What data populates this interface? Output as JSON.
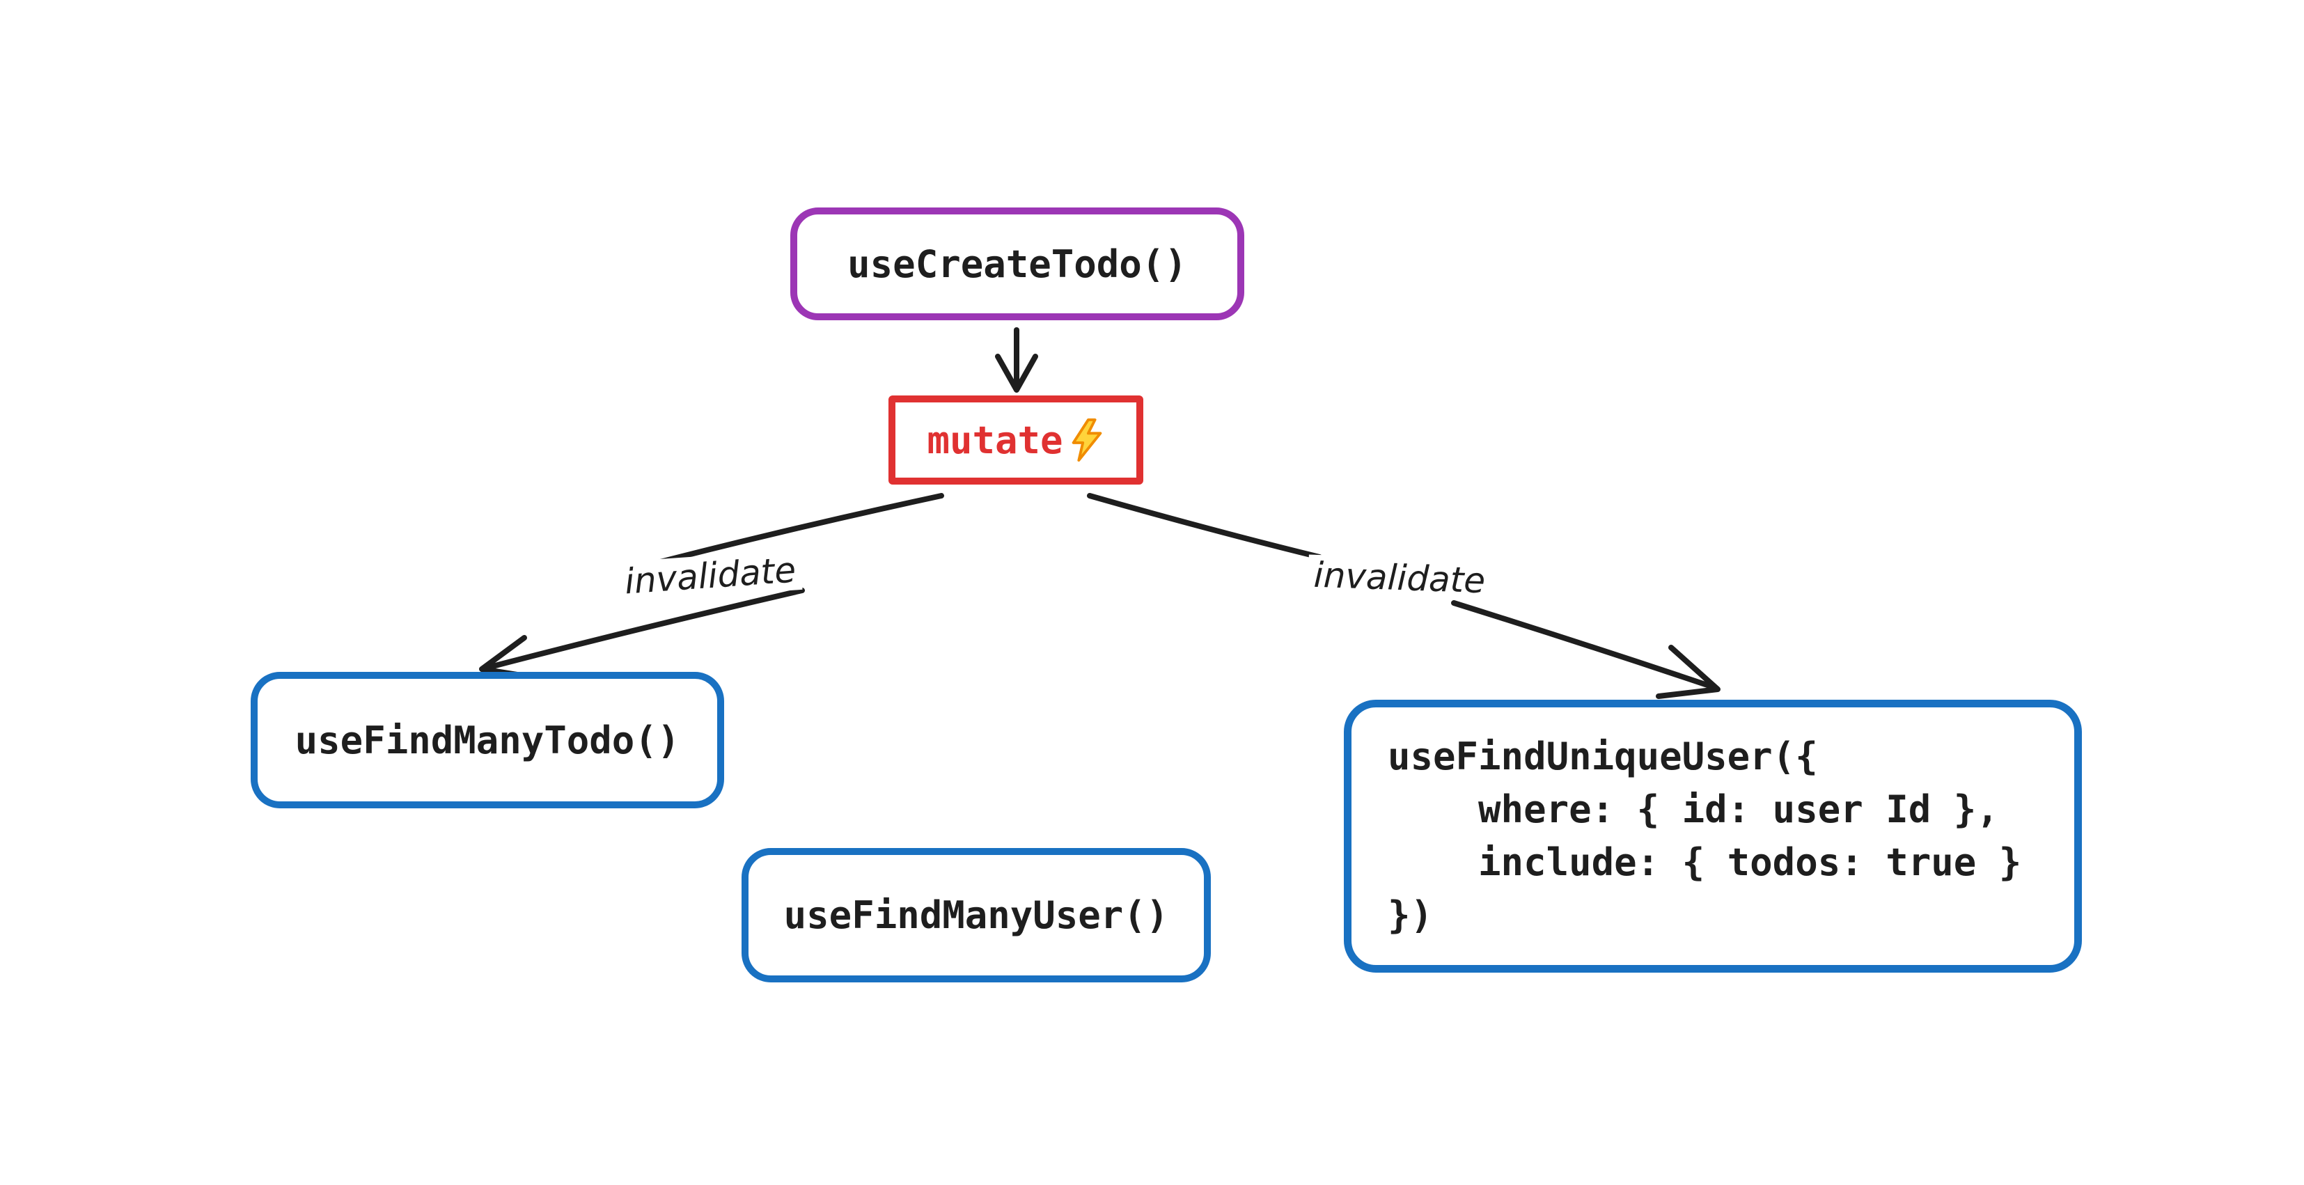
{
  "diagram": {
    "background": "#ffffff",
    "stroke_color": "#1e1e1e",
    "nodes": {
      "create_todo": {
        "label": "useCreateTodo()",
        "border_color": "#9c36b5"
      },
      "mutate": {
        "label": "mutate",
        "text_color": "#e03131",
        "border_color": "#e03131",
        "icon": "lightning-bolt",
        "bolt_fill": "#ffd43b",
        "bolt_outline": "#f08c00"
      },
      "find_many_todo": {
        "label": "useFindManyTodo()",
        "border_color": "#1971c2"
      },
      "find_many_user": {
        "label": "useFindManyUser()",
        "border_color": "#1971c2"
      },
      "find_unique_user": {
        "border_color": "#1971c2",
        "code_lines": [
          "useFindUniqueUser({",
          "    where: { id: user Id },",
          "    include: { todos: true }",
          "})"
        ]
      }
    },
    "edges": {
      "invalidate_left": {
        "label": "invalidate"
      },
      "invalidate_right": {
        "label": "invalidate"
      }
    }
  }
}
